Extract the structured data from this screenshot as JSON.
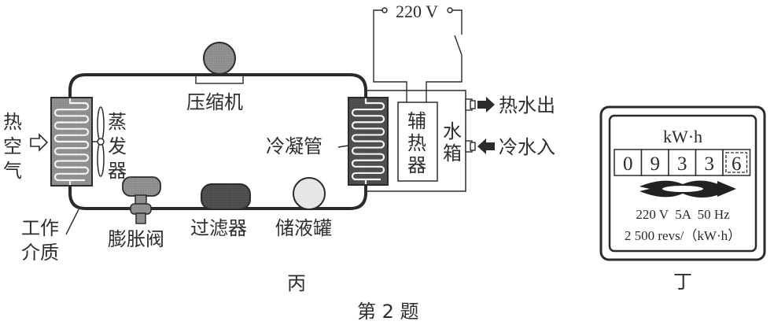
{
  "figure": {
    "caption": "第 2 题",
    "panel_bing": {
      "label": "丙",
      "voltage_source": "220 V",
      "labels": {
        "hot_air": [
          "热",
          "空",
          "气"
        ],
        "evaporator": [
          "蒸",
          "发",
          "器"
        ],
        "compressor": "压缩机",
        "condenser": "冷凝管",
        "aux_heater": [
          "辅",
          "热",
          "器"
        ],
        "water_tank": [
          "水",
          "箱"
        ],
        "hot_water_out": "热水出",
        "cold_water_in": "冷水入",
        "working_medium": [
          "工作",
          "介质"
        ],
        "expansion_valve": "膨胀阀",
        "filter": "过滤器",
        "reservoir": "储液罐"
      }
    },
    "panel_ding": {
      "label": "丁",
      "unit": "kW·h",
      "digits": [
        "0",
        "9",
        "3",
        "3",
        "6"
      ],
      "rating_line": "220 V  5A  50 Hz",
      "constant_line": "2 500 revs/（kW·h）"
    }
  },
  "colors": {
    "line": "#2b2b2b",
    "coil_fill": "#7d7d7d",
    "compressor_fill": "#9a9a9a",
    "valve_fill": "#8a8a8a",
    "filter_fill": "#4a4a4a",
    "reservoir_fill": "#e6e6e6"
  }
}
